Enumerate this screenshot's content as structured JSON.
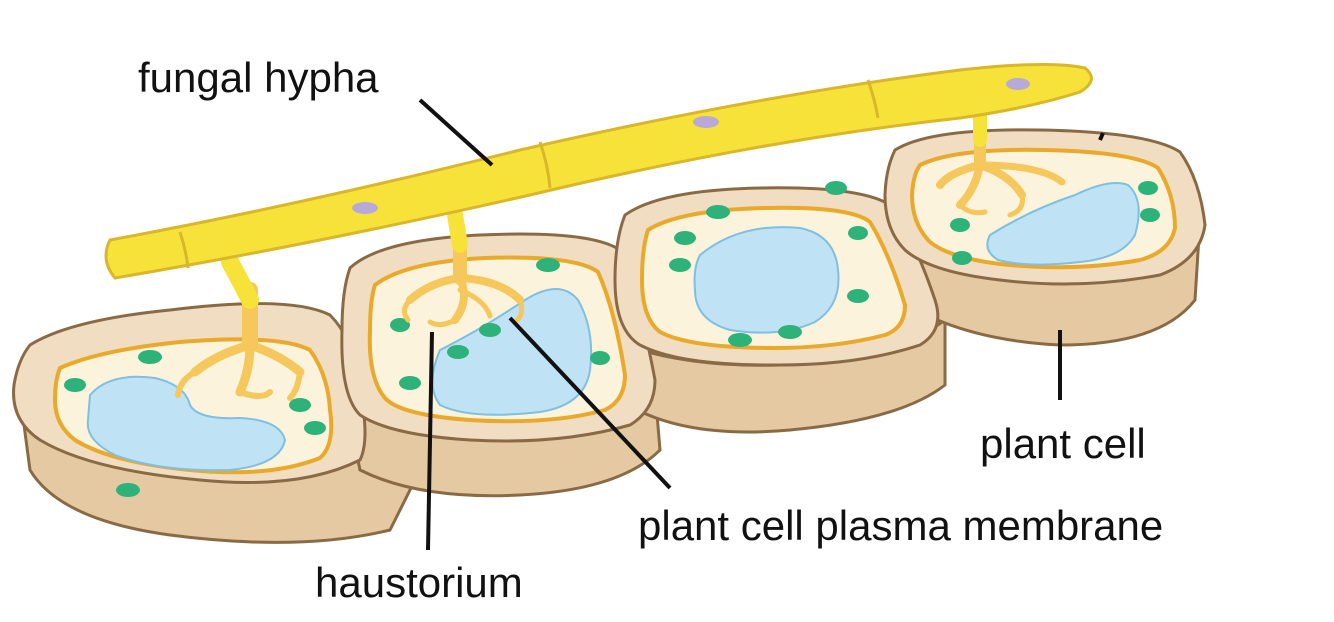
{
  "labels": {
    "hypha": "fungal hypha",
    "plant_cell": "plant cell",
    "membrane": "plant cell plasma membrane",
    "haustorium": "haustorium"
  },
  "colors": {
    "background": "#ffffff",
    "hypha_fill": "#f7e23a",
    "hypha_edge": "#d9b62a",
    "hypha_nucleus": "#b7a9d9",
    "cell_wall_top": "#f0ddc2",
    "cell_wall_side": "#e4c9a3",
    "cell_wall_edge": "#8a6a45",
    "membrane": "#e9a92a",
    "cytoplasm": "#fbf3dc",
    "vacuole": "#bfe3f4",
    "vacuole_edge": "#7fbfe0",
    "chloroplast": "#2db27a",
    "haustorium": "#f6c75a",
    "leader_line": "#111111"
  }
}
